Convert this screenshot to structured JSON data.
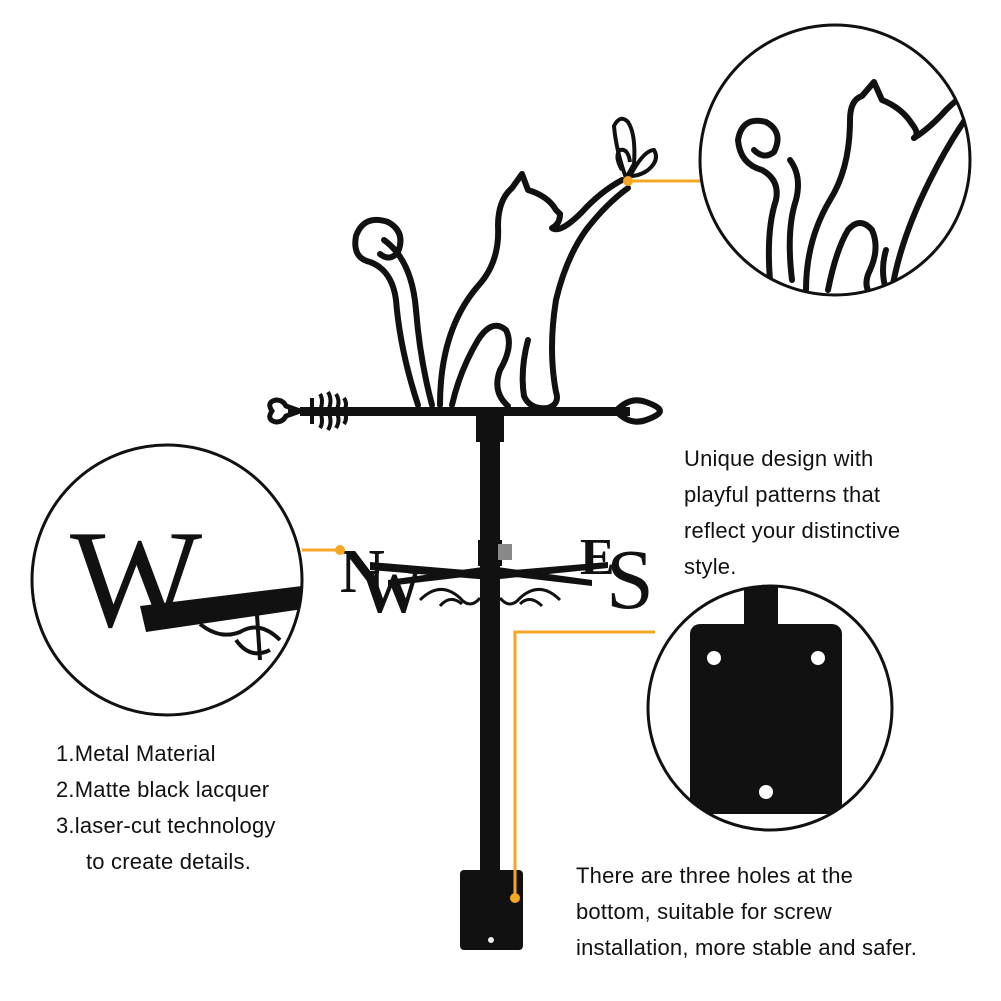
{
  "colors": {
    "metal": "#111111",
    "leader_line": "#f5a623",
    "circle_border": "#111111",
    "background": "#ffffff"
  },
  "vane_letters": {
    "west": "W",
    "north": "N",
    "east": "E",
    "south": "S"
  },
  "detail_west_letter": "W",
  "features": {
    "item1": "1.Metal Material",
    "item2": "2.Matte black lacquer",
    "item3": "3.laser-cut technology",
    "item3_cont": "to create details."
  },
  "design_note": {
    "line1": "Unique design with",
    "line2": "playful patterns that",
    "line3": "reflect your distinctive",
    "line4": "style."
  },
  "holes_note": {
    "line1": "There are three holes at the",
    "line2": "bottom, suitable for screw",
    "line3": "installation, more stable and safer."
  }
}
